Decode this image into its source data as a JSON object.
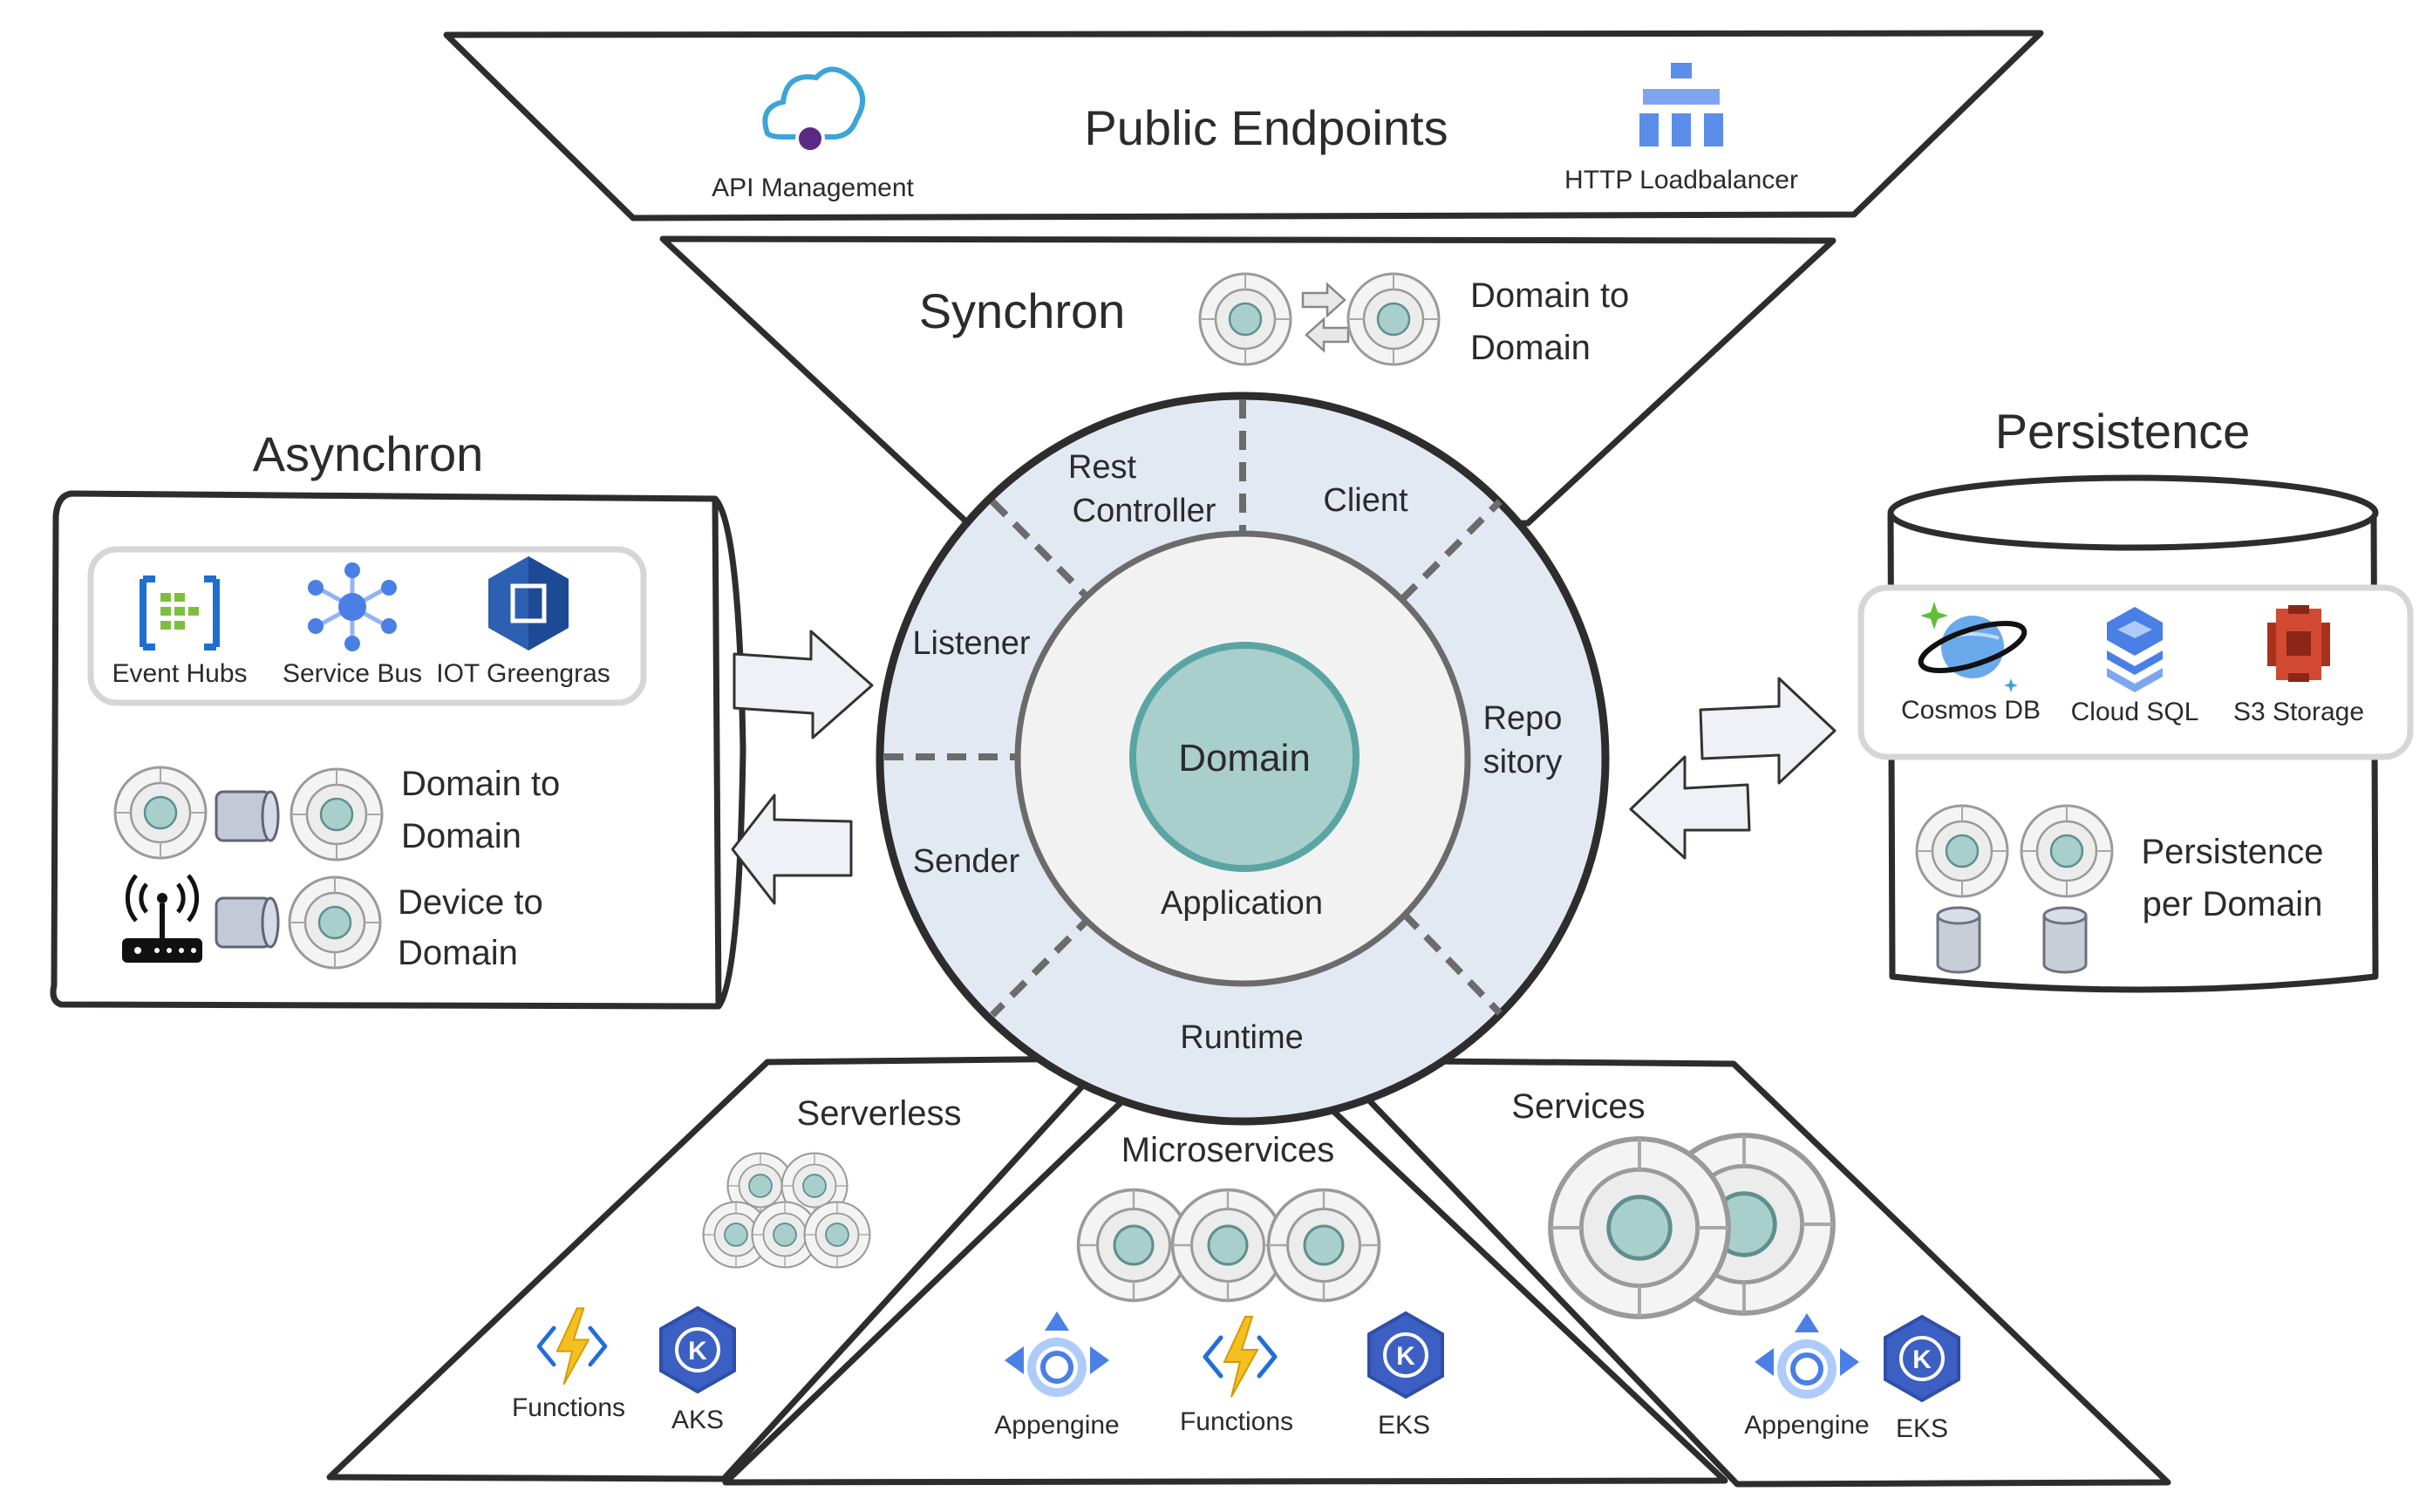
{
  "public_endpoints": {
    "title": "Public Endpoints",
    "items": [
      "API Management",
      "HTTP Loadbalancer"
    ]
  },
  "synchron": {
    "title": "Synchron",
    "domain_to_domain": [
      "Domain to",
      "Domain"
    ]
  },
  "asynchron": {
    "title": "Asynchron",
    "services": [
      "Event Hubs",
      "Service Bus",
      "IOT Greengras"
    ],
    "domain_to_domain": [
      "Domain to",
      "Domain"
    ],
    "device_to_domain": [
      "Device to",
      "Domain"
    ]
  },
  "persistence": {
    "title": "Persistence",
    "stores": [
      "Cosmos DB",
      "Cloud SQL",
      "S3 Storage"
    ],
    "per_domain": [
      "Persistence",
      "per Domain"
    ]
  },
  "core": {
    "domain": "Domain",
    "application": "Application",
    "rest_controller": [
      "Rest",
      "Controller"
    ],
    "client": "Client",
    "listener": "Listener",
    "repository": [
      "Repo",
      "sitory"
    ],
    "sender": "Sender",
    "runtime": "Runtime"
  },
  "deployment": {
    "serverless": {
      "title": "Serverless",
      "items": [
        "Functions",
        "AKS"
      ]
    },
    "microservices": {
      "title": "Microservices",
      "items": [
        "Appengine",
        "Functions",
        "EKS"
      ]
    },
    "services": {
      "title": "Services",
      "items": [
        "Appengine",
        "EKS"
      ]
    }
  },
  "colors": {
    "domain_fill": "#a8cfcc",
    "domain_stroke": "#5aa5a3",
    "ring_fill": "#e3e9f2",
    "application_fill": "#f2f2f2",
    "azure_blue": "#1e6fd0",
    "google_blue": "#4a7fe6",
    "aws_blue": "#2d5fb2",
    "aws_red": "#d24a32",
    "k8s_blue": "#3b5fc2",
    "bolt_yellow": "#f4c021"
  }
}
